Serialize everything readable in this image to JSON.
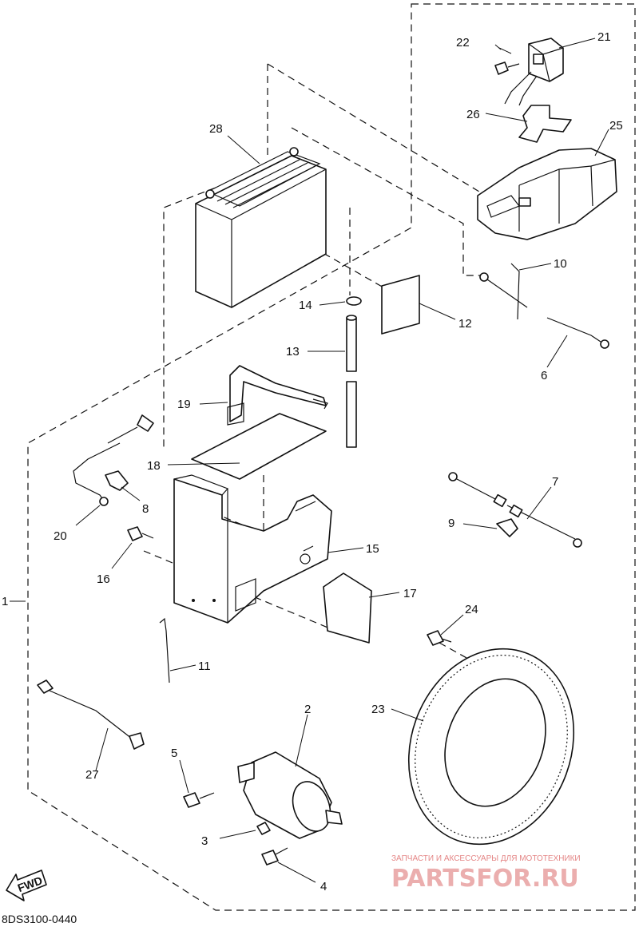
{
  "diagram": {
    "drawing_code": "8DS3100-0440",
    "fwd_label": "FWD",
    "watermark": {
      "top_text": "ЗАПЧАСТИ И АКСЕССУАРЫ ДЛЯ МОТОТЕХНИКИ",
      "logo_text": "PARTSFOR.RU"
    },
    "callouts": [
      {
        "id": "c1",
        "text": "1"
      },
      {
        "id": "c2",
        "text": "2"
      },
      {
        "id": "c3",
        "text": "3"
      },
      {
        "id": "c4",
        "text": "4"
      },
      {
        "id": "c5",
        "text": "5"
      },
      {
        "id": "c6",
        "text": "6"
      },
      {
        "id": "c7",
        "text": "7"
      },
      {
        "id": "c8",
        "text": "8"
      },
      {
        "id": "c9",
        "text": "9"
      },
      {
        "id": "c10",
        "text": "10"
      },
      {
        "id": "c11",
        "text": "11"
      },
      {
        "id": "c12",
        "text": "12"
      },
      {
        "id": "c13",
        "text": "13"
      },
      {
        "id": "c14",
        "text": "14"
      },
      {
        "id": "c15",
        "text": "15"
      },
      {
        "id": "c16",
        "text": "16"
      },
      {
        "id": "c17",
        "text": "17"
      },
      {
        "id": "c18",
        "text": "18"
      },
      {
        "id": "c19",
        "text": "19"
      },
      {
        "id": "c20",
        "text": "20"
      },
      {
        "id": "c21",
        "text": "21"
      },
      {
        "id": "c22",
        "text": "22"
      },
      {
        "id": "c23",
        "text": "23"
      },
      {
        "id": "c24",
        "text": "24"
      },
      {
        "id": "c25",
        "text": "25"
      },
      {
        "id": "c26",
        "text": "26"
      },
      {
        "id": "c27",
        "text": "27"
      },
      {
        "id": "c28",
        "text": "28"
      }
    ]
  }
}
